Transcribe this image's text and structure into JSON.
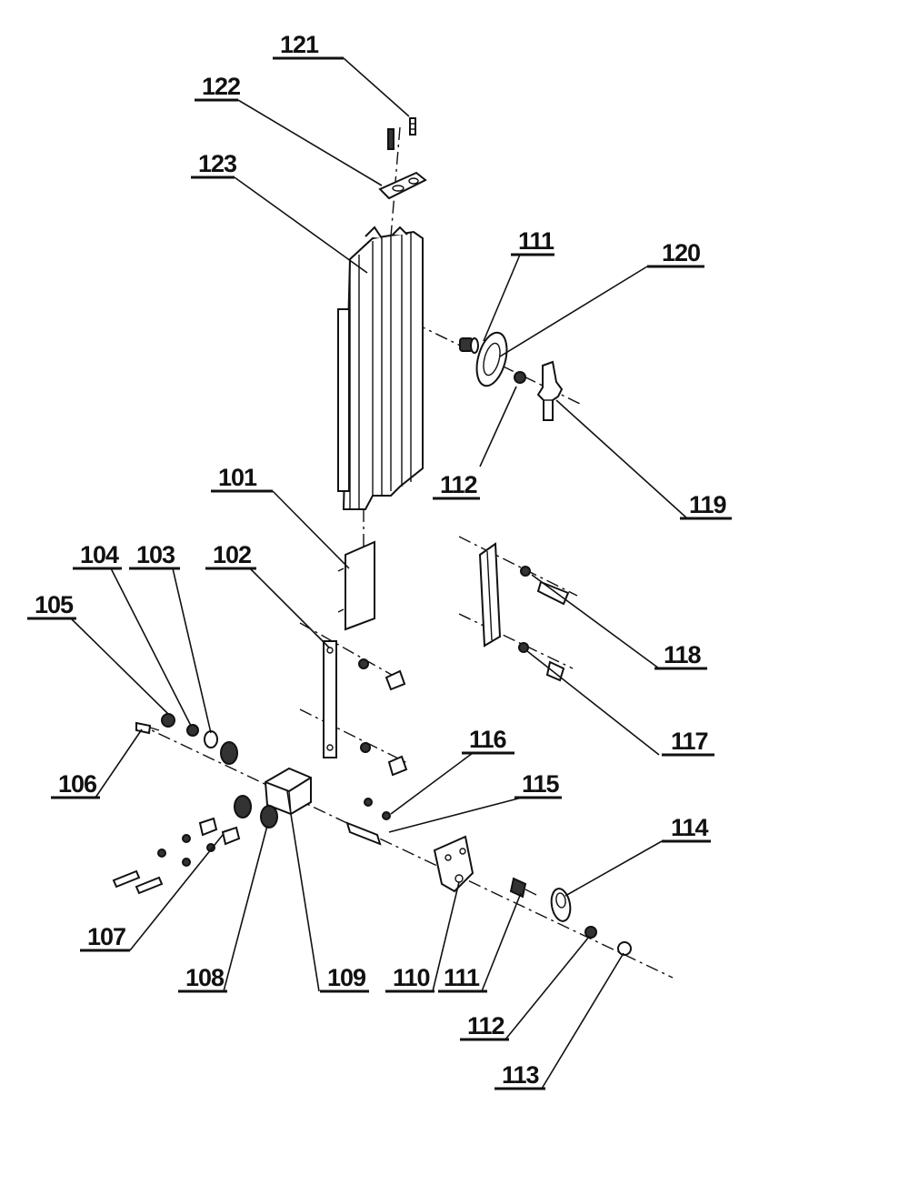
{
  "diagram": {
    "callouts": [
      {
        "id": "c121",
        "label": "121"
      },
      {
        "id": "c122",
        "label": "122"
      },
      {
        "id": "c123",
        "label": "123"
      },
      {
        "id": "c111a",
        "label": "111"
      },
      {
        "id": "c120",
        "label": "120"
      },
      {
        "id": "c112a",
        "label": "112"
      },
      {
        "id": "c119",
        "label": "119"
      },
      {
        "id": "c101",
        "label": "101"
      },
      {
        "id": "c104",
        "label": "104"
      },
      {
        "id": "c103",
        "label": "103"
      },
      {
        "id": "c102",
        "label": "102"
      },
      {
        "id": "c105",
        "label": "105"
      },
      {
        "id": "c106",
        "label": "106"
      },
      {
        "id": "c118",
        "label": "118"
      },
      {
        "id": "c117",
        "label": "117"
      },
      {
        "id": "c116",
        "label": "116"
      },
      {
        "id": "c115",
        "label": "115"
      },
      {
        "id": "c114",
        "label": "114"
      },
      {
        "id": "c107",
        "label": "107"
      },
      {
        "id": "c108",
        "label": "108"
      },
      {
        "id": "c109",
        "label": "109"
      },
      {
        "id": "c110",
        "label": "110"
      },
      {
        "id": "c111b",
        "label": "111"
      },
      {
        "id": "c112b",
        "label": "112"
      },
      {
        "id": "c113",
        "label": "113"
      }
    ]
  }
}
